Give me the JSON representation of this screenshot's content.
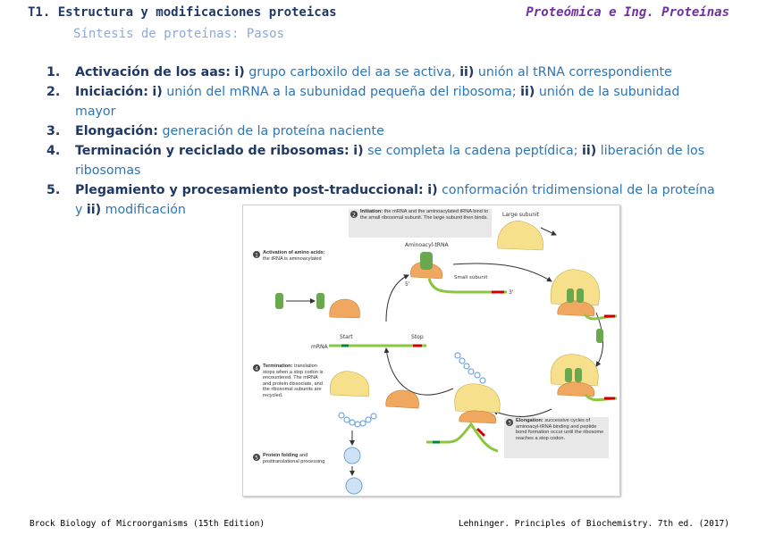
{
  "header": {
    "title": "T1. Estructura y modificaciones proteicas",
    "course": "Proteómica e Ing. Proteínas",
    "subtitle": "Síntesis de proteínas: Pasos"
  },
  "steps": [
    {
      "num": "1.",
      "term": "Activación de los aas:",
      "i": "i)",
      "t1": " grupo carboxilo del aa se activa, ",
      "ii": "ii)",
      "t2": " unión al tRNA correspondiente"
    },
    {
      "num": "2.",
      "term": "Iniciación:",
      "i": "i)",
      "t1": " unión del mRNA a la subunidad pequeña del ribosoma; ",
      "ii": "ii)",
      "t2": " unión de la subunidad mayor"
    },
    {
      "num": "3.",
      "term": "Elongación:",
      "t1": " generación de la proteína naciente"
    },
    {
      "num": "4.",
      "term": "Terminación y reciclado de ribosomas:",
      "i": "i)",
      "t1": " se completa la cadena peptídica; ",
      "ii": "ii)",
      "t2": " liberación de los ribosomas"
    },
    {
      "num": "5.",
      "term": "Plegamiento y procesamiento post-traduccional:",
      "i": "i)",
      "t1": " conformación tridimensional de la proteína y ",
      "ii": "ii)",
      "t2": " modificación"
    }
  ],
  "figure": {
    "step1": {
      "badge": "1",
      "title": "Activation of amino acids:",
      "body": "the tRNA is aminoacylated"
    },
    "step2": {
      "badge": "2",
      "title": "Initiation:",
      "body": "the mRNA and the aminoacylated tRNA bind to the small ribosomal subunit. The large subunit then binds."
    },
    "step3": {
      "badge": "3",
      "title": "Elongation:",
      "body": "successive cycles of aminoacyl-tRNA binding and peptide bond formation occur until the ribosome reaches a stop codon."
    },
    "step4": {
      "badge": "4",
      "title": "Termination:",
      "body": "translation stops when a stop codon is encountered. The mRNA and protein dissociate, and the ribosomal subunits are recycled."
    },
    "step5": {
      "badge": "5",
      "title": "Protein folding",
      "body": "and posttranslational processing"
    },
    "labels": {
      "large_subunit": "Large subunit",
      "small_subunit": "Small subunit",
      "aminoacyl_trna": "Aminoacyl-tRNA",
      "five_prime": "5'",
      "three_prime": "3'",
      "start": "Start",
      "stop": "Stop",
      "mrna": "mRNA"
    }
  },
  "footer": {
    "left": "Brock Biology of Microorganisms (15th Edition)",
    "right": "Lehninger. Principles of Biochemistry. 7th ed. (2017)"
  },
  "colors": {
    "title": "#1f3864",
    "body": "#2e75b6",
    "course": "#7030a0",
    "subtitle": "#8ea9db",
    "large_subunit": "#f7e08c",
    "small_subunit": "#f0a860",
    "mrna": "#8cc63f"
  }
}
